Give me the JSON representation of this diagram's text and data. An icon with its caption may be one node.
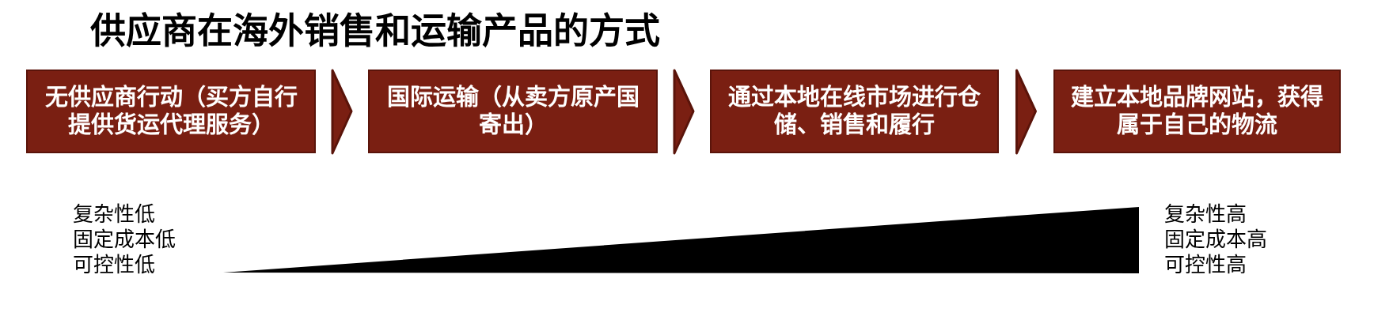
{
  "diagram": {
    "title": "供应商在海外销售和运输产品的方式",
    "nodes": [
      {
        "text": [
          "无供应商行动（买方自行提供货运代理服务）"
        ]
      },
      {
        "text": [
          "国际运输（从卖方原产国寄出）"
        ]
      },
      {
        "text": [
          "通过本地在线市场进行仓储、销售和履行"
        ]
      },
      {
        "text": [
          "建立本地品牌网站，获得属于自己的物流"
        ]
      }
    ],
    "edges": [
      {
        "from": 0,
        "to": 1,
        "arrow": "to"
      },
      {
        "from": 1,
        "to": 2,
        "arrow": "to"
      },
      {
        "from": 2,
        "to": 3,
        "arrow": "to"
      }
    ],
    "labels": [
      "复杂性低",
      "固定成本低",
      "可控性低",
      "复杂性高",
      "固定成本高",
      "可控性高"
    ]
  }
}
